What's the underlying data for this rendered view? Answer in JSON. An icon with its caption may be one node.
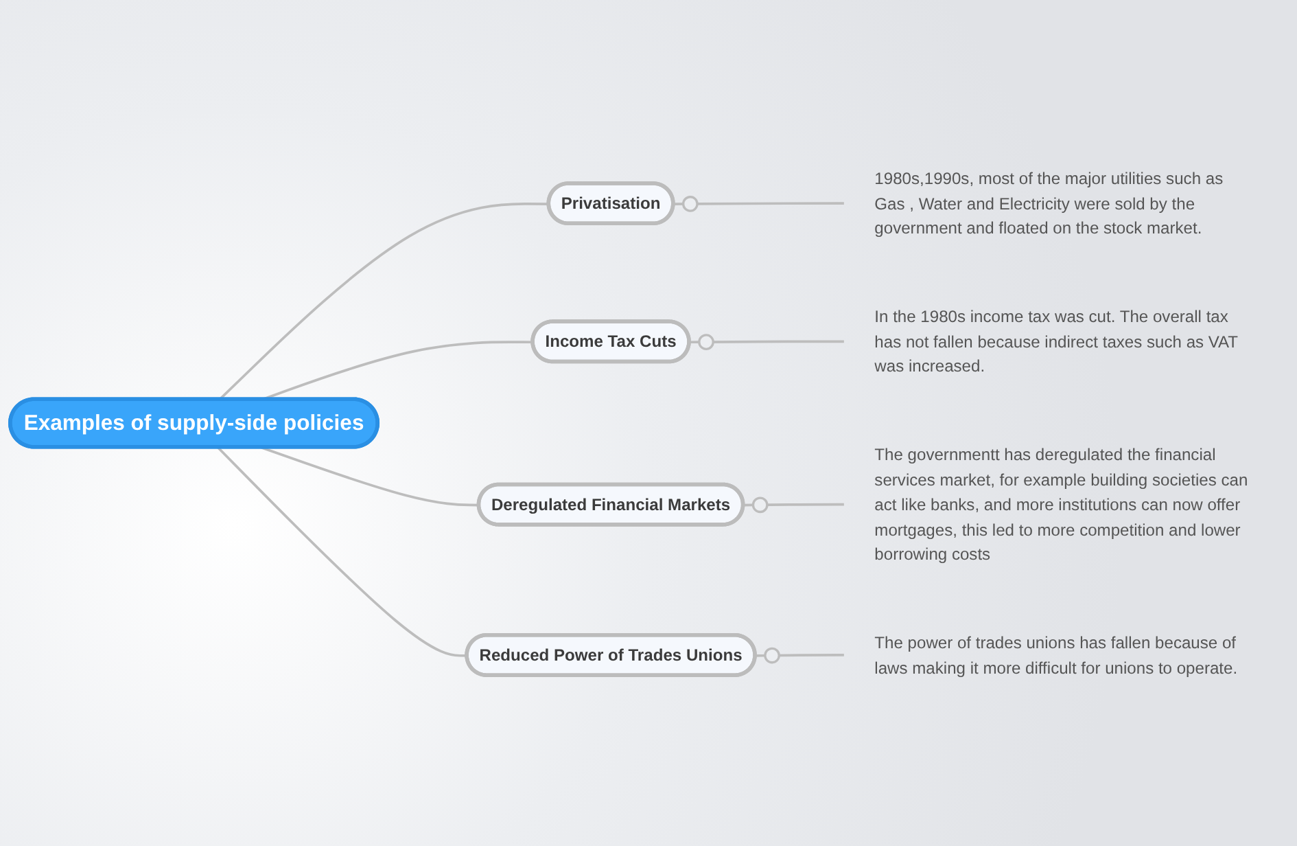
{
  "diagram": {
    "nodes": [
      {
        "text": [
          "Examples of supply-side policies"
        ]
      },
      {
        "text": [
          "Privatisation"
        ]
      },
      {
        "text": [
          "1980s,1990s, most of the major utilities such as Gas , Water and Electricity were sold by the government and floated on the stock market."
        ]
      },
      {
        "text": [
          "Income Tax Cuts"
        ]
      },
      {
        "text": [
          "In the 1980s income tax was cut. The overall tax has not fallen because indirect taxes such as VAT was increased."
        ]
      },
      {
        "text": [
          "Deregulated Financial Markets"
        ]
      },
      {
        "text": [
          "The governmentt has deregulated the financial services market, for example building societies can act like banks, and more institutions can now offer mortgages, this led to more competition and lower borrowing costs"
        ]
      },
      {
        "text": [
          "Reduced Power of Trades Unions"
        ]
      },
      {
        "text": [
          "The power of trades unions has fallen because of laws making it more difficult for unions to operate."
        ]
      }
    ],
    "edges": [
      {
        "from": 0,
        "to": 1,
        "arrow": "none"
      },
      {
        "from": 1,
        "to": 2,
        "arrow": "other"
      },
      {
        "from": 0,
        "to": 3,
        "arrow": "none"
      },
      {
        "from": 3,
        "to": 4,
        "arrow": "other"
      },
      {
        "from": 0,
        "to": 5,
        "arrow": "none"
      },
      {
        "from": 5,
        "to": 6,
        "arrow": "other"
      },
      {
        "from": 0,
        "to": 7,
        "arrow": "none"
      },
      {
        "from": 7,
        "to": 8,
        "arrow": "other"
      }
    ]
  }
}
